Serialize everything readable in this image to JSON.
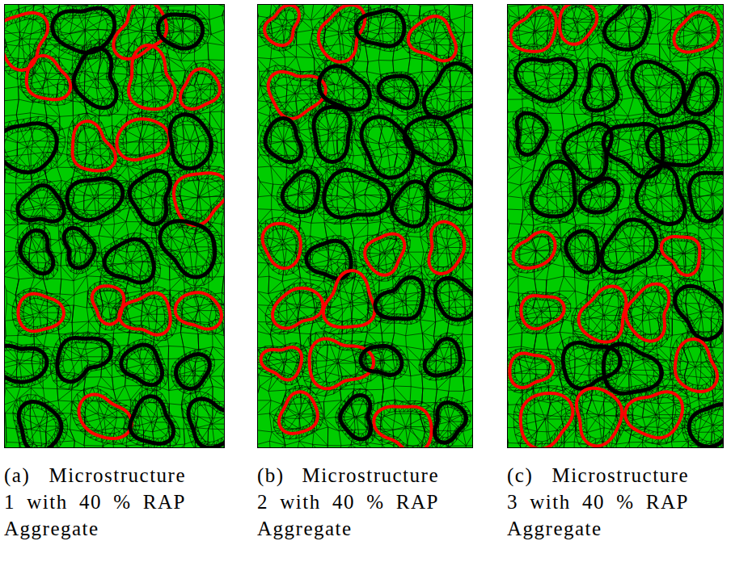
{
  "diagram": {
    "labels": [
      "(a) Microstructure 1 with 40 % RAP Aggregate",
      "(b) Microstructure 2 with 40 % RAP Aggregate",
      "(c) Microstructure 3 with 40 % RAP Aggregate"
    ]
  }
}
